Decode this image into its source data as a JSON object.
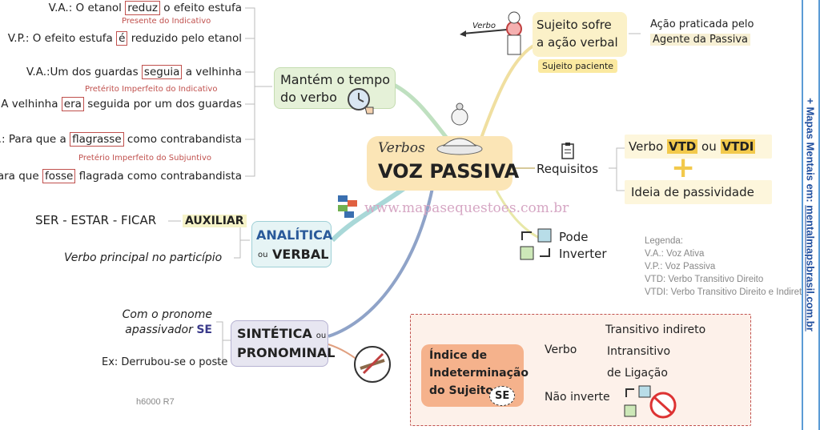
{
  "center": {
    "line1": "Verbos",
    "line2": "VOZ PASSIVA"
  },
  "watermark": "www.mapasequestoes.com.br",
  "code": "h6000 R7",
  "sidebar": {
    "prefix": "+ Mapas Mentais em: ",
    "site": "mentalmapsbrasil.com.br"
  },
  "tempo": {
    "title1": "Mantém o tempo",
    "title2": "do verbo",
    "ex1": {
      "va_pre": "V.A.: O etanol ",
      "va_hl": "reduz",
      "va_post": " o efeito estufa",
      "note": "Presente do Indicativo",
      "vp_pre": "V.P.: O efeito estufa ",
      "vp_hl": "é",
      "vp_post": " reduzido pelo etanol"
    },
    "ex2": {
      "va_pre": "V.A.:Um dos guardas ",
      "va_hl": "seguia",
      "va_post": " a velhinha",
      "note": "Pretérito Imperfeito do Indicativo",
      "vp_pre": "V.P.: A velhinha ",
      "vp_hl": "era",
      "vp_post": " seguida por um dos guardas"
    },
    "ex3": {
      "va_pre": "V.A.: Para que a ",
      "va_hl": "flagrasse",
      "va_post": " como contrabandista",
      "note": "Pretério Imperfeito do Subjuntivo",
      "vp_pre": "V.P.: Para que ",
      "vp_hl": "fosse",
      "vp_post": " flagrada como contrabandista"
    }
  },
  "analitica": {
    "t1": "ANALÍTICA",
    "ou": "ou",
    "t2": "VERBAL",
    "aux_left": "SER - ESTAR - FICAR",
    "aux_label": "AUXILIAR",
    "participio": "Verbo principal no particípio"
  },
  "sintetica": {
    "t1": "SINTÉTICA",
    "ou": "ou",
    "t2": "PRONOMINAL",
    "pron1": "Com o pronome",
    "pron2": "apassivador",
    "se": "SE",
    "ex": "Ex: Derrubou-se o poste"
  },
  "sujeito": {
    "arrow_label": "Verbo",
    "t1": "Sujeito sofre",
    "t2": "a ação verbal",
    "paciente": "Sujeito paciente",
    "acao1": "Ação praticada pelo",
    "acao2": "Agente da Passiva"
  },
  "requisitos": {
    "label": "Requisitos",
    "vtd": "Verbo ",
    "vtd_b1": "VTD",
    "ou": " ou ",
    "vtd_b2": "VTDI",
    "plus": "+",
    "ideia": "Ideia de passividade"
  },
  "inverter": {
    "t1": "Pode",
    "t2": "Inverter"
  },
  "legend": {
    "title": "Legenda:",
    "l1": "V.A.: Voz Ativa",
    "l2": "V.P.: Voz Passiva",
    "l3": "VTD: Verbo Transitivo Direito",
    "l4": "VTDI: Verbo Transitivo Direito e Indireto"
  },
  "indice": {
    "t1": "Índice de",
    "t2": "Indeterminação",
    "t3": "do Sujeito",
    "se": "SE",
    "verbo": "Verbo",
    "ti": "Transitivo indireto",
    "intr": "Intransitivo",
    "lig": "de Ligação",
    "nao": "Não inverte"
  }
}
